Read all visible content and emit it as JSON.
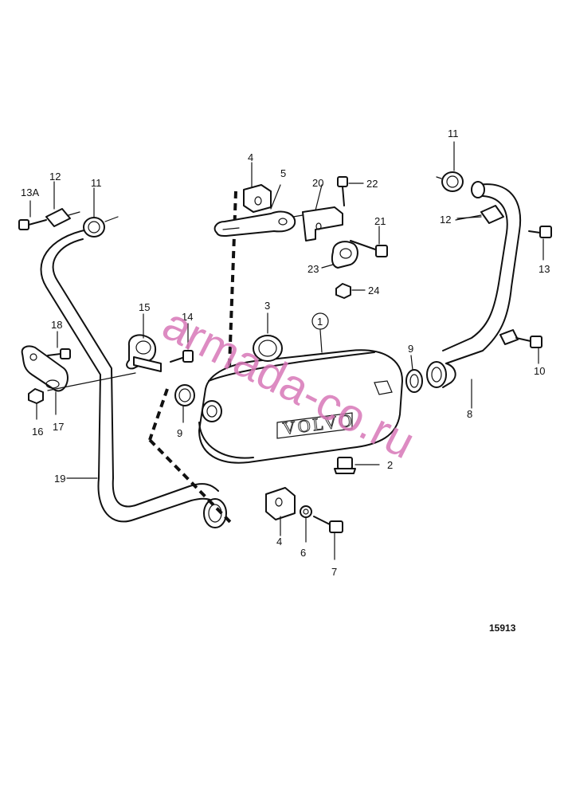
{
  "diagram": {
    "figure_number": "15913",
    "brand_mark": "VOLVO",
    "watermark": "armada-co.ru",
    "callouts": [
      {
        "id": "c1",
        "label": "1",
        "circled": true
      },
      {
        "id": "c2",
        "label": "2"
      },
      {
        "id": "c3",
        "label": "3"
      },
      {
        "id": "c4a",
        "label": "4"
      },
      {
        "id": "c4b",
        "label": "4"
      },
      {
        "id": "c5",
        "label": "5"
      },
      {
        "id": "c6",
        "label": "6"
      },
      {
        "id": "c7",
        "label": "7"
      },
      {
        "id": "c8",
        "label": "8"
      },
      {
        "id": "c9a",
        "label": "9"
      },
      {
        "id": "c9b",
        "label": "9"
      },
      {
        "id": "c10",
        "label": "10"
      },
      {
        "id": "c11a",
        "label": "11"
      },
      {
        "id": "c11b",
        "label": "11"
      },
      {
        "id": "c12a",
        "label": "12"
      },
      {
        "id": "c12b",
        "label": "12"
      },
      {
        "id": "c13",
        "label": "13"
      },
      {
        "id": "c13a",
        "label": "13A"
      },
      {
        "id": "c14",
        "label": "14"
      },
      {
        "id": "c15",
        "label": "15"
      },
      {
        "id": "c16",
        "label": "16"
      },
      {
        "id": "c17",
        "label": "17"
      },
      {
        "id": "c18",
        "label": "18"
      },
      {
        "id": "c19",
        "label": "19"
      },
      {
        "id": "c20",
        "label": "20"
      },
      {
        "id": "c21",
        "label": "21"
      },
      {
        "id": "c22",
        "label": "22"
      },
      {
        "id": "c23",
        "label": "23"
      },
      {
        "id": "c24",
        "label": "24"
      }
    ]
  }
}
